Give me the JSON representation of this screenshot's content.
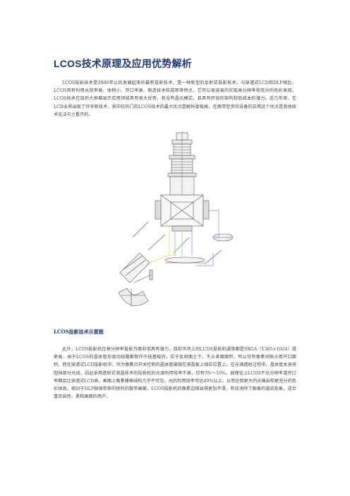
{
  "document": {
    "title": "LCOS技术原理及应用优势解析",
    "paragraph1": "LCOS投影技术是2000年以后发展起来的最新投影技术，是一种新型的反射式投影技术，与穿透式LCD和DLP相比，LCOS具有利用光效率高、体积小、开口率高、制造技术较成熟等特点，它可以很容易的实现高分辨率和充分的色彩表现。LCOS技术在目后大屏幕显示应用领域具有很大优势，其没有晶元模式，且具有开放的架构和低成本的潜力。近几年来，在LCD业界出现了许多新技术，其中较热门的LCOS技术的最大优点是解析度极高，在携带型资讯设备的应用这个优点是其他技术无法与之看齐的。",
    "figure_caption": "LCOS投影技术示意图",
    "paragraph2": "此外，LCOS投影机在高分辨率投影方面非常具有潜力，目前市场上的LCOS投影机通常都是SXGA（1365×1024）或更高，由于LCOS的晶体管及驱动线路都制作于硅基板内，位于反射面之下，不占表面面积，所以仅有像素间隙占用开口面积，而在穿透式LCD投影机中，作为像素点开关控制的晶体管被做在液晶板上相应位置上，在光源透射过程中，晶体管本身将阻挡部分光线，因此采用透射式液晶技术的投影机的光源利用效率不高，仅有3%～10%。故理论上LCOS不论分辨率或开口率都会比穿透式LCD高，画面上像素栅格结构几乎不可见，光的利用效率可达40%以上，从而达到更大的光输出和更充分的色彩体现。相对于DLP微镜带来的锐利的数字画面，LCOS投影机的像素边缘显得更加平滑，有效消除了图像的锯齿现象，适合喜欢自然、柔和画面的用户。"
  },
  "colors": {
    "title": "#1f3a7a",
    "text": "#444444",
    "beam_yellow": "#e8e04a",
    "beam_green": "#6ccf6c",
    "beam_blue": "#6f8fe0",
    "beam_purple": "#b57ad6"
  }
}
